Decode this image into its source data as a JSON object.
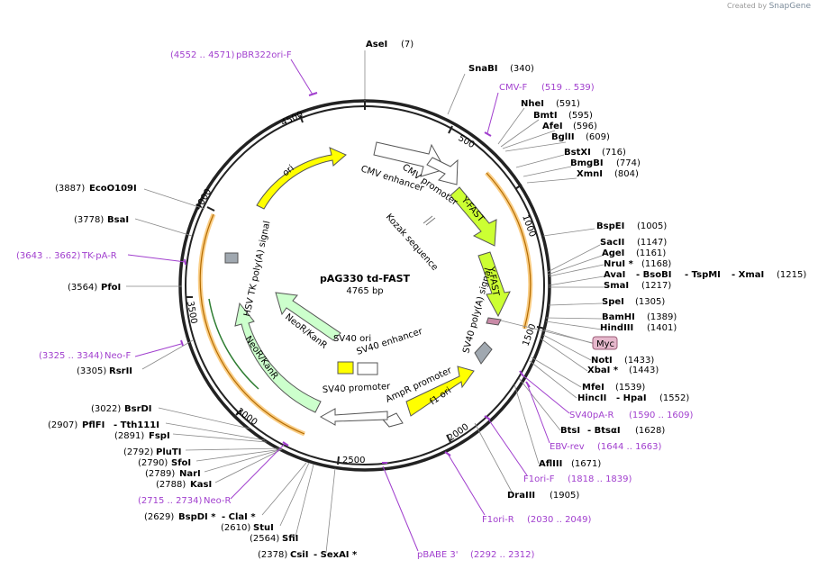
{
  "brand": {
    "created_by": "Created by",
    "name": "SnapGene"
  },
  "plasmid": {
    "name": "pAG330 td-FAST",
    "length": "4765 bp"
  },
  "ticks": [
    "500",
    "1000",
    "1500",
    "2000",
    "2500",
    "3000",
    "3500",
    "4000",
    "4500"
  ],
  "sites": {
    "AseI": {
      "name": "AseI",
      "pos": "(7)"
    },
    "SnaBI": {
      "name": "SnaBI",
      "pos": "(340)"
    },
    "NheI": {
      "name": "NheI",
      "pos": "(591)"
    },
    "BmtI": {
      "name": "BmtI",
      "pos": "(595)"
    },
    "AfeI": {
      "name": "AfeI",
      "pos": "(596)"
    },
    "BglII": {
      "name": "BglII",
      "pos": "(609)"
    },
    "BstXI": {
      "name": "BstXI",
      "pos": "(716)"
    },
    "BmgBI": {
      "name": "BmgBI",
      "pos": "(774)"
    },
    "XmnI": {
      "name": "XmnI",
      "pos": "(804)"
    },
    "BspEI": {
      "name": "BspEI",
      "pos": "(1005)"
    },
    "SacII": {
      "name": "SacII",
      "pos": "(1147)"
    },
    "AgeI": {
      "name": "AgeI",
      "pos": "(1161)"
    },
    "NruI": {
      "name": "NruI *",
      "pos": "(1168)"
    },
    "AvaI": {
      "name": "AvaI",
      "name2": "- BsoBI",
      "name3": "- TspMI",
      "name4": "- XmaI",
      "pos": "(1215)"
    },
    "SmaI": {
      "name": "SmaI",
      "pos": "(1217)"
    },
    "SpeI": {
      "name": "SpeI",
      "pos": "(1305)"
    },
    "BamHI": {
      "name": "BamHI",
      "pos": "(1389)"
    },
    "HindIII": {
      "name": "HindIII",
      "pos": "(1401)"
    },
    "NotI": {
      "name": "NotI",
      "pos": "(1433)"
    },
    "XbaI": {
      "name": "XbaI *",
      "pos": "(1443)"
    },
    "MfeI": {
      "name": "MfeI",
      "pos": "(1539)"
    },
    "HincII": {
      "name": "HincII",
      "name2": "- HpaI",
      "pos": "(1552)"
    },
    "BtsI": {
      "name": "BtsI",
      "name2": "- BtsαI",
      "pos": "(1628)"
    },
    "AflIII": {
      "name": "AflIII",
      "pos": "(1671)"
    },
    "DraIII": {
      "name": "DraIII",
      "pos": "(1905)"
    },
    "CsiI": {
      "name": "CsiI",
      "name2": "- SexAI *",
      "pos": "(2378)"
    },
    "SfiI": {
      "name": "SfiI",
      "pos": "(2564)"
    },
    "StuI": {
      "name": "StuI",
      "pos": "(2610)"
    },
    "BspDI": {
      "name": "BspDI *",
      "name2": "- ClaI *",
      "pos": "(2629)"
    },
    "KasI": {
      "name": "KasI",
      "pos": "(2788)"
    },
    "NarI": {
      "name": "NarI",
      "pos": "(2789)"
    },
    "SfoI": {
      "name": "SfoI",
      "pos": "(2790)"
    },
    "PluTI": {
      "name": "PluTI",
      "pos": "(2792)"
    },
    "FspI": {
      "name": "FspI",
      "pos": "(2891)"
    },
    "PflFI": {
      "name": "PflFI",
      "name2": "- Tth111I",
      "pos": "(2907)"
    },
    "BsrDI": {
      "name": "BsrDI",
      "pos": "(3022)"
    },
    "RsrII": {
      "name": "RsrII",
      "pos": "(3305)"
    },
    "PfoI": {
      "name": "PfoI",
      "pos": "(3564)"
    },
    "BsaI": {
      "name": "BsaI",
      "pos": "(3778)"
    },
    "EcoO109I": {
      "name": "EcoO109I",
      "pos": "(3887)"
    }
  },
  "primers": {
    "pBR322ori": {
      "name": "pBR322ori-F",
      "range": "(4552 .. 4571)"
    },
    "CMVF": {
      "name": "CMV-F",
      "range": "(519 .. 539)"
    },
    "SV40pA": {
      "name": "SV40pA-R",
      "range": "(1590 .. 1609)"
    },
    "EBVrev": {
      "name": "EBV-rev",
      "range": "(1644 .. 1663)"
    },
    "F1oriF": {
      "name": "F1ori-F",
      "range": "(1818 .. 1839)"
    },
    "F1oriR": {
      "name": "F1ori-R",
      "range": "(2030 .. 2049)"
    },
    "pBABE": {
      "name": "pBABE 3'",
      "range": "(2292 .. 2312)"
    },
    "NeoR": {
      "name": "Neo-R",
      "range": "(2715 .. 2734)"
    },
    "NeoF": {
      "name": "Neo-F",
      "range": "(3325 .. 3344)"
    },
    "TKpA": {
      "name": "TK-pA-R",
      "range": "(3643 .. 3662)"
    }
  },
  "features": {
    "cmv_enhancer": "CMV enhancer",
    "cmv_promoter": "CMV promoter",
    "kozak": "Kozak sequence",
    "yfast1": "Y-FAST",
    "yfast2": "Y-FAST",
    "myc": "Myc",
    "sv40_polya": "SV40 poly(A) signal",
    "f1_ori": "f1 ori",
    "ampr_promoter": "AmpR promoter",
    "sv40_promoter": "SV40 promoter",
    "sv40_enhancer": "SV40 enhancer",
    "sv40_ori": "SV40 ori",
    "neor1": "NeoR/KanR",
    "neor2": "NeoR/KanR",
    "hsv_tk": "HSV TK poly(A) signal",
    "ori": "ori"
  },
  "colors": {
    "primer": "#a13fce",
    "yfast": "#ccff33",
    "ori": "#ffff00",
    "neo": "#ccffcc",
    "promoter": "#ffffff",
    "orf": "#f5a623"
  }
}
